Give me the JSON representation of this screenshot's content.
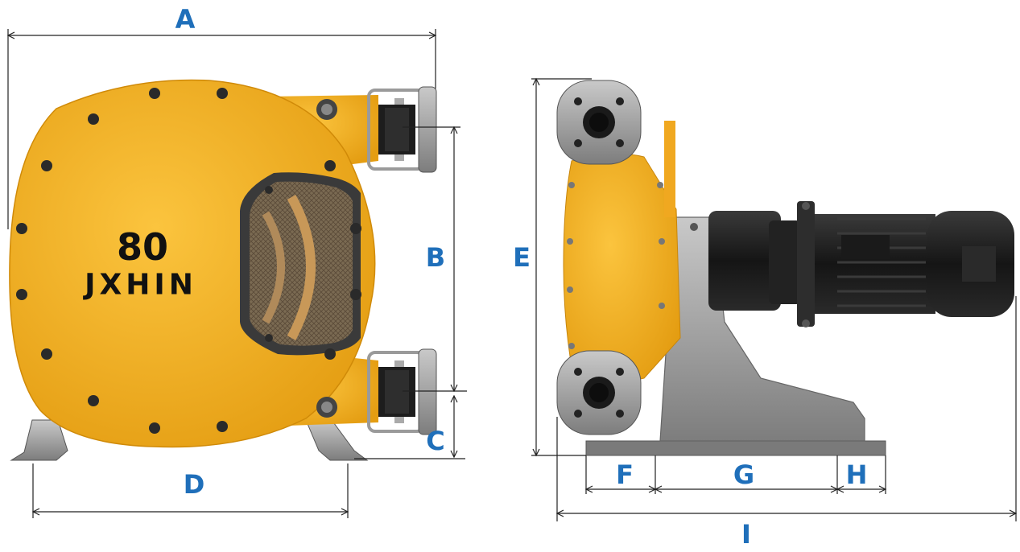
{
  "product": {
    "model_number": "80",
    "brand": "JXHIN"
  },
  "dimension_labels": {
    "A": "A",
    "B": "B",
    "C": "C",
    "D": "D",
    "E": "E",
    "F": "F",
    "G": "G",
    "H": "H",
    "I": "I"
  },
  "colors": {
    "pump_housing": "#f5b123",
    "pump_housing_shadow": "#e09a12",
    "dimension_text": "#1f6fba",
    "dimension_line": "#222222",
    "motor": "#1b1b1b",
    "steel": "#9a9a9a"
  }
}
